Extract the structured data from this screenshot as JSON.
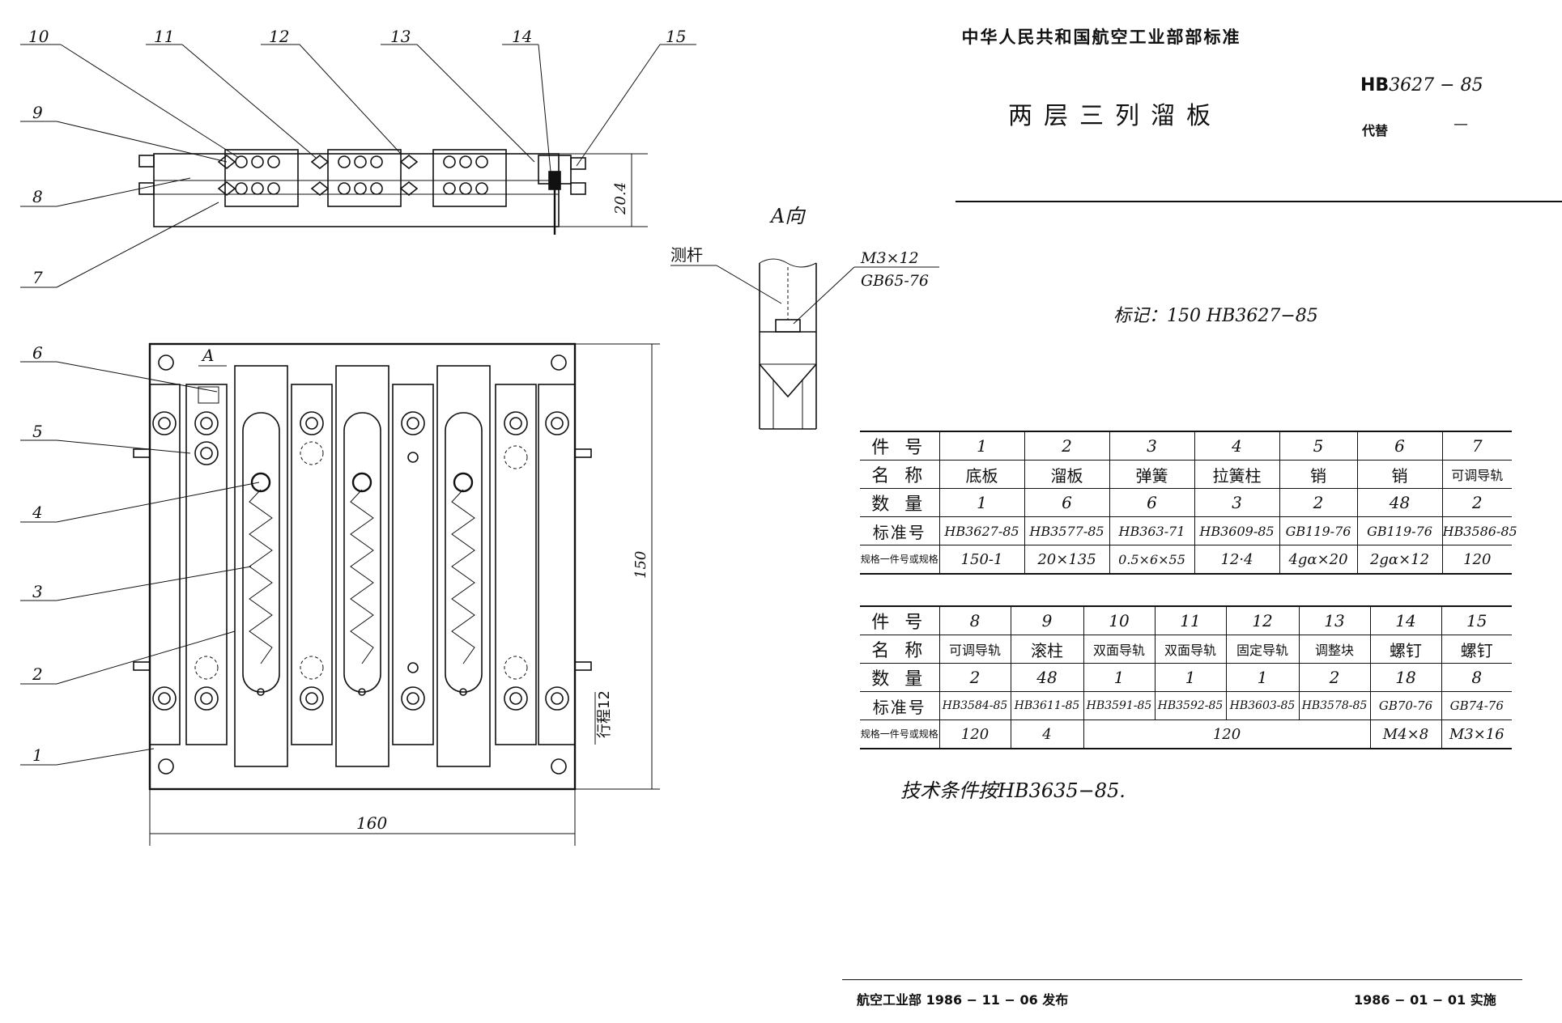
{
  "header": {
    "organization": "中华人民共和国航空工业部部标准",
    "standard_prefix": "HB",
    "standard_number": "3627 − 85",
    "replaces_label": "代替",
    "replaces_value": "—",
    "title": "两层三列溜板"
  },
  "drawing": {
    "top_view_balloons": [
      "10",
      "11",
      "12",
      "13",
      "14",
      "15"
    ],
    "left_balloons": [
      "9",
      "8",
      "7",
      "6",
      "5",
      "4",
      "3",
      "2",
      "1"
    ],
    "view_a_label": "A",
    "height_dim": "20.4",
    "length_dim": "150",
    "width_dim": "160",
    "stroke_dim": "行程12",
    "detail_title": "A向",
    "detail_probe_label": "测杆",
    "detail_screw_label": "M3×12",
    "detail_screw_std": "GB65-76"
  },
  "marking": "标记：150 HB3627−85",
  "table1": {
    "row_headers": [
      "件 号",
      "名 称",
      "数 量",
      "标准号",
      "规格一件号或规格"
    ],
    "rows": [
      [
        "1",
        "2",
        "3",
        "4",
        "5",
        "6",
        "7"
      ],
      [
        "底板",
        "溜板",
        "弹簧",
        "拉簧柱",
        "销",
        "销",
        "可调导轨"
      ],
      [
        "1",
        "6",
        "6",
        "3",
        "2",
        "48",
        "2"
      ],
      [
        "HB3627-85",
        "HB3577-85",
        "HB363-71",
        "HB3609-85",
        "GB119-76",
        "GB119-76",
        "HB3586-85"
      ],
      [
        "150-1",
        "20×135",
        "0.5×6×55",
        "12·4",
        "4gα×20",
        "2gα×12",
        "120"
      ]
    ]
  },
  "table2": {
    "row_headers": [
      "件 号",
      "名 称",
      "数 量",
      "标准号",
      "规格一件号或规格"
    ],
    "rows": [
      [
        "8",
        "9",
        "10",
        "11",
        "12",
        "13",
        "14",
        "15"
      ],
      [
        "可调导轨",
        "滚柱",
        "双面导轨",
        "双面导轨",
        "固定导轨",
        "调整块",
        "螺钉",
        "螺钉"
      ],
      [
        "2",
        "48",
        "1",
        "1",
        "1",
        "2",
        "18",
        "8"
      ],
      [
        "HB3584-85",
        "HB3611-85",
        "HB3591-85",
        "HB3592-85",
        "HB3603-85",
        "HB3578-85",
        "GB70-76",
        "GB74-76"
      ],
      [
        "120",
        "4",
        "120",
        "M4×8",
        "M3×16"
      ]
    ]
  },
  "tech_note": "技术条件按HB3635−85.",
  "footer": {
    "issued": "航空工业部 1986 − 11 − 06 发布",
    "effective": "1986 − 01 − 01 实施"
  }
}
